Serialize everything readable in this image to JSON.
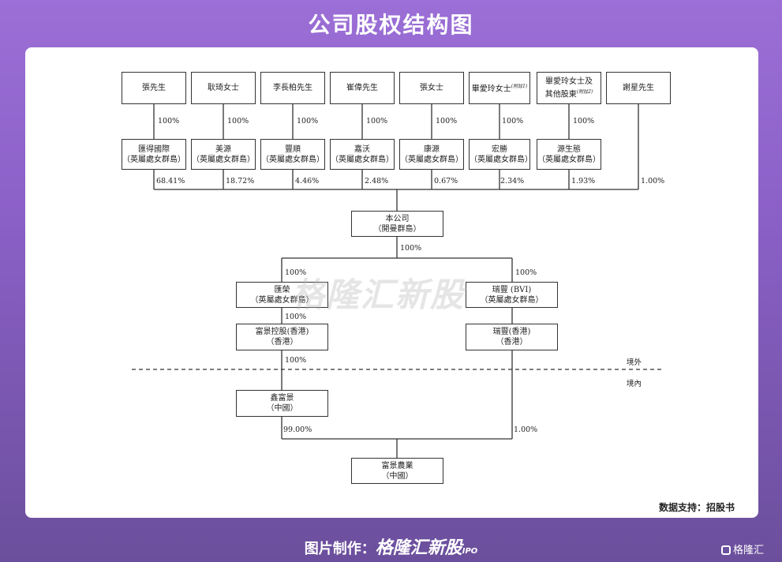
{
  "title": "公司股权结构图",
  "shareholders": [
    {
      "name": "張先生",
      "pct": "100%"
    },
    {
      "name": "耿琦女士",
      "pct": "100%"
    },
    {
      "name": "李長柏先生",
      "pct": "100%"
    },
    {
      "name": "崔偉先生",
      "pct": "100%"
    },
    {
      "name": "張女士",
      "pct": "100%"
    },
    {
      "name": "畢愛玲女士",
      "note": "附註1",
      "pct": "100%"
    },
    {
      "name_line1": "畢愛玲女士及",
      "name_line2": "其他股東",
      "note": "附註2",
      "pct": "100%"
    },
    {
      "name": "謝星先生"
    }
  ],
  "holdcos": [
    {
      "name": "匯得國際",
      "place": "（英屬處女群島）",
      "pct": "68.41%"
    },
    {
      "name": "美源",
      "place": "（英屬處女群島）",
      "pct": "18.72%"
    },
    {
      "name": "豐順",
      "place": "（英屬處女群島）",
      "pct": "4.46%"
    },
    {
      "name": "嘉沃",
      "place": "（英屬處女群島）",
      "pct": "2.48%"
    },
    {
      "name": "康源",
      "place": "（英屬處女群島）",
      "pct": "0.67%"
    },
    {
      "name": "宏勝",
      "place": "（英屬處女群島）",
      "pct": "2.34%"
    },
    {
      "name": "源生態",
      "place": "（英屬處女群島）",
      "pct": "1.93%"
    }
  ],
  "xie_pct": "1.00%",
  "company": {
    "name": "本公司",
    "place": "（開曼群島）"
  },
  "company_down_pct": "100%",
  "left_branch": {
    "pct1": "100%",
    "sub1": {
      "name": "匯榮",
      "place": "（英屬處女群島）"
    },
    "pct2": "100%",
    "sub2": {
      "name": "富景控股(香港)",
      "place": "（香港）"
    },
    "pct3": "100%",
    "sub3": {
      "name": "鑫富景",
      "place": "（中國）"
    },
    "pct4": "99.00%"
  },
  "right_branch": {
    "pct1": "100%",
    "sub1": {
      "name": "瑞豐 (BVI)",
      "place": "（英屬處女群島）"
    },
    "sub2": {
      "name": "瑞豐(香港)",
      "place": "（香港）"
    },
    "pct4": "1.00%"
  },
  "offshore_label": "境外",
  "onshore_label": "境內",
  "opco": {
    "name": "富景農業",
    "place": "（中國）"
  },
  "watermark": "格隆汇新股",
  "source": "数据支持：招股书",
  "footer": {
    "made": "图片制作：",
    "brand": "格隆汇新股",
    "ipo": "IPO"
  },
  "corner_logo": "格隆汇"
}
